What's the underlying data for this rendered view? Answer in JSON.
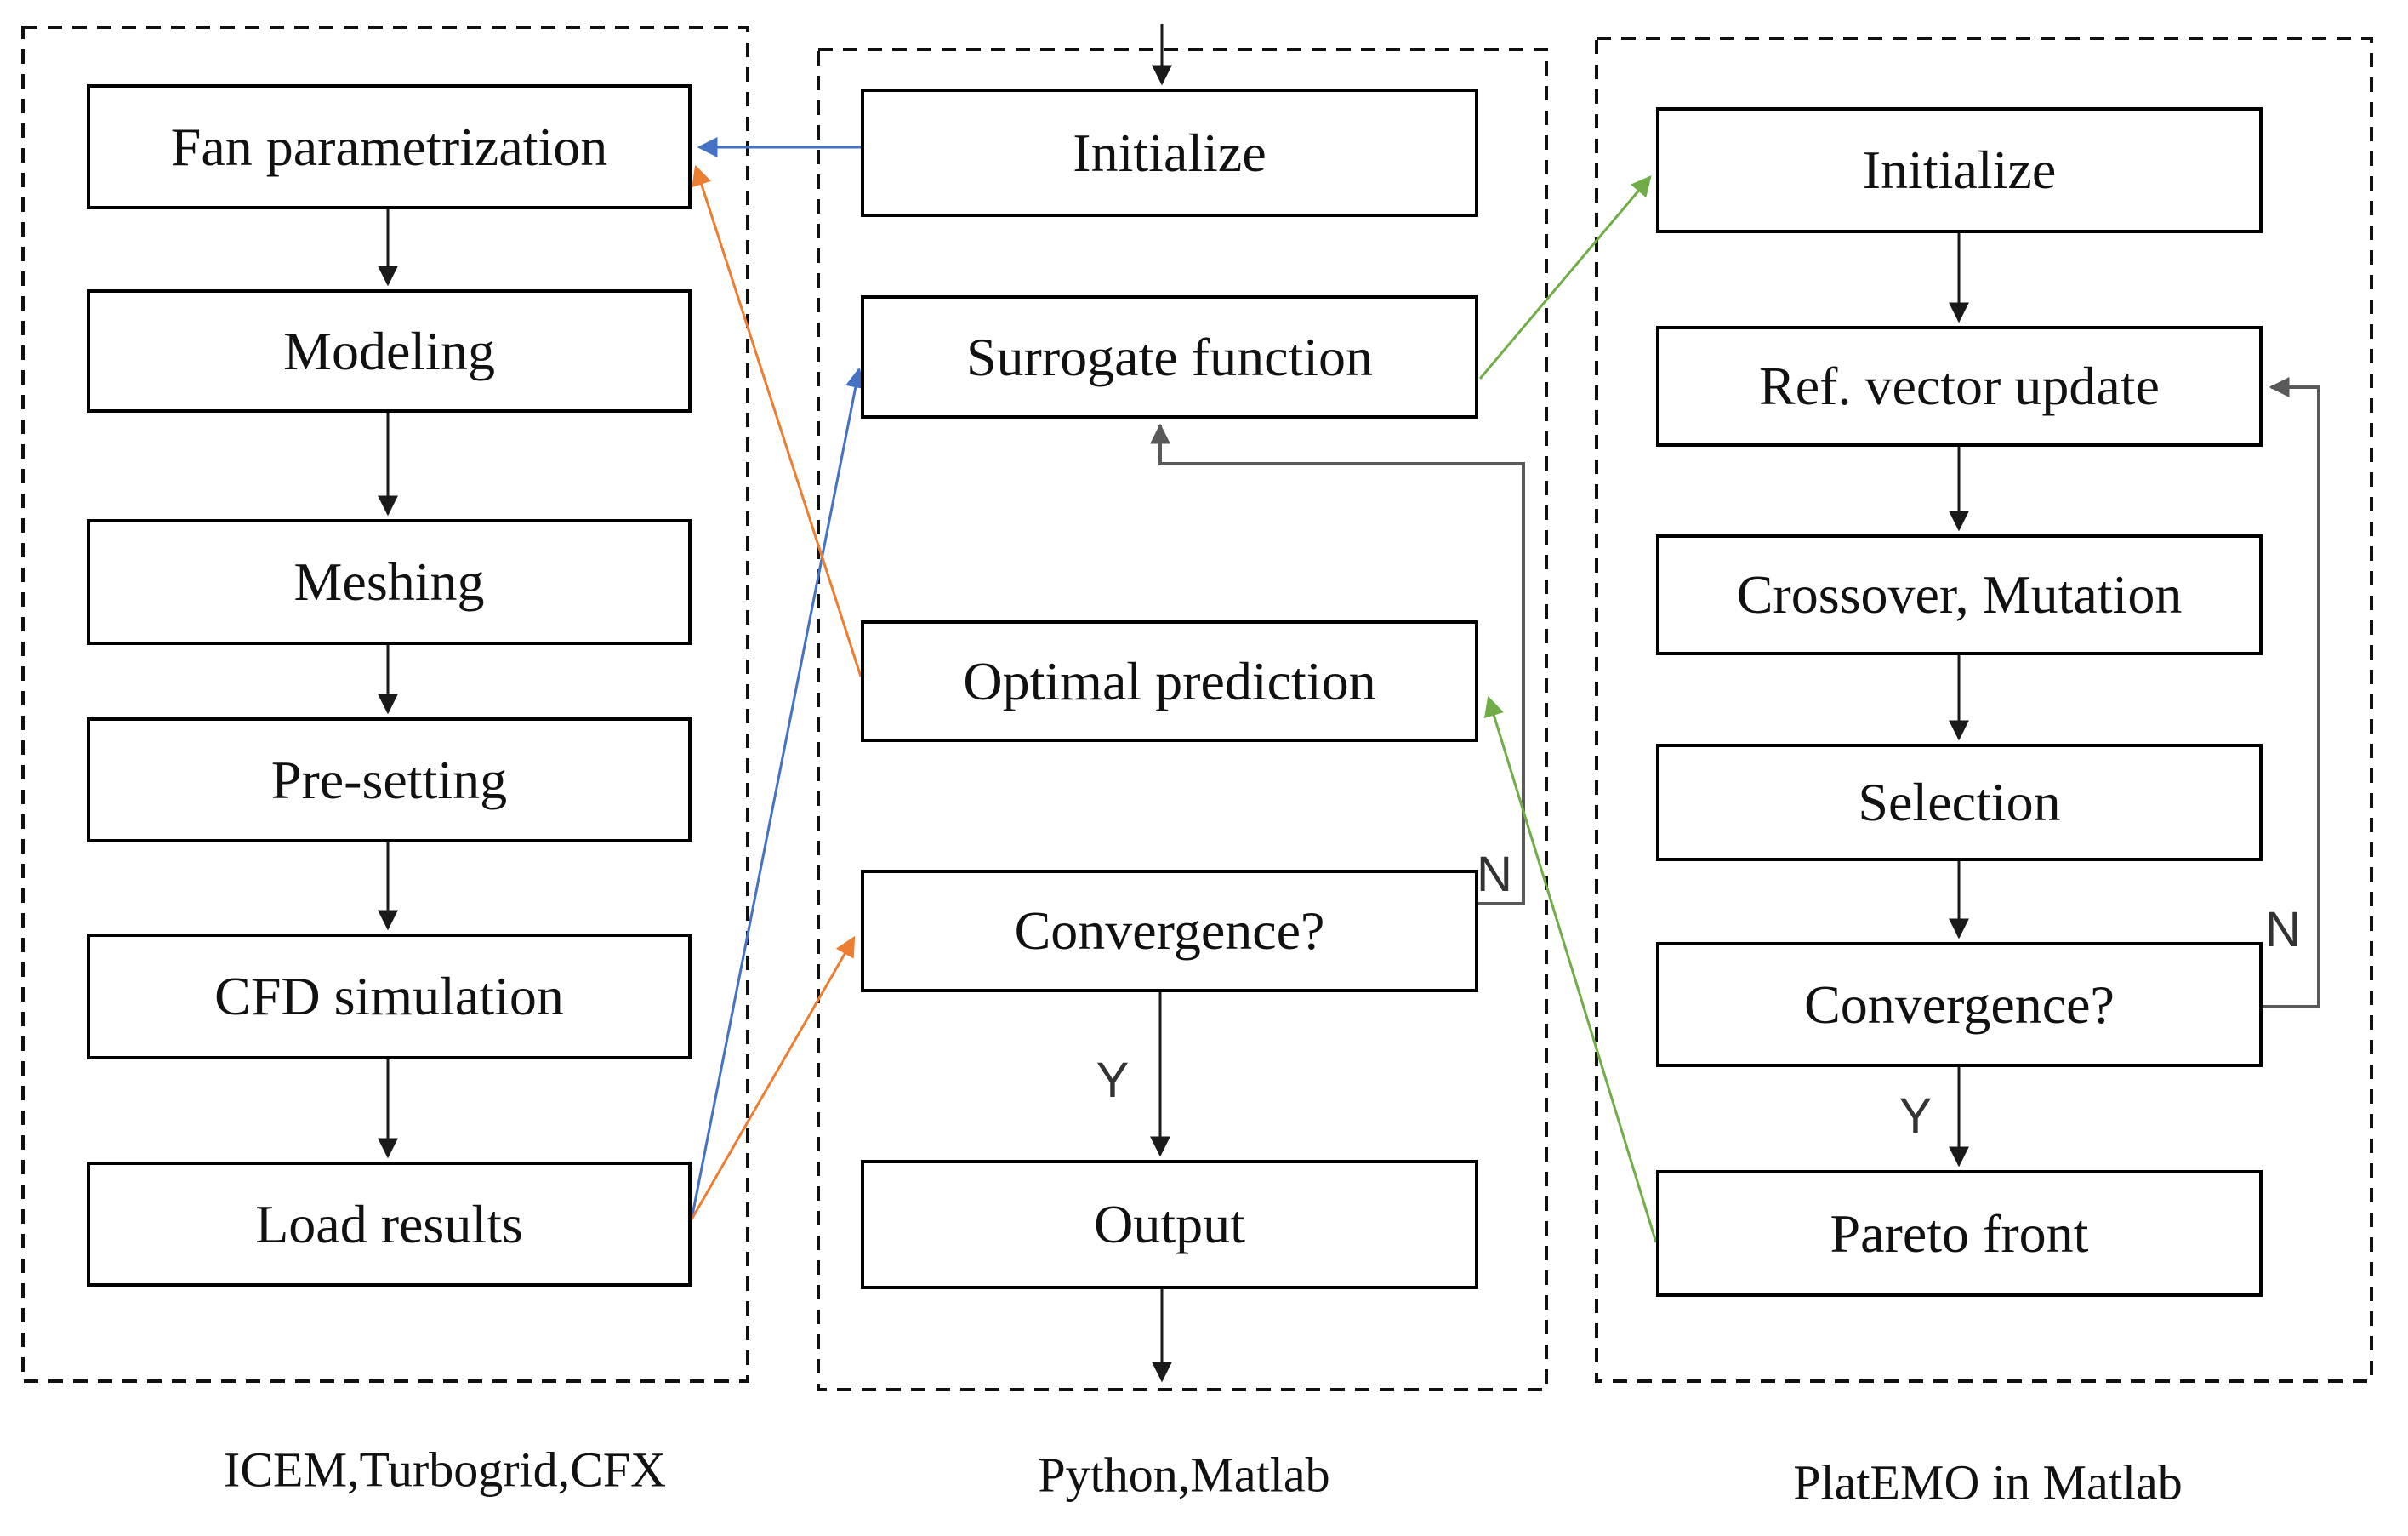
{
  "columns": {
    "left": {
      "tool_label": "ICEM,Turbogrid,CFX",
      "boxes": [
        "Fan parametrization",
        "Modeling",
        "Meshing",
        "Pre-setting",
        "CFD simulation",
        "Load results"
      ]
    },
    "middle": {
      "tool_label": "Python,Matlab",
      "boxes": [
        "Initialize",
        "Surrogate function",
        "Optimal prediction",
        "Convergence?",
        "Output"
      ]
    },
    "right": {
      "tool_label": "PlatEMO in Matlab",
      "boxes": [
        "Initialize",
        "Ref. vector update",
        "Crossover, Mutation",
        "Selection",
        "Convergence?",
        "Pareto front"
      ]
    }
  },
  "branch_labels": {
    "middle_no": "N",
    "middle_yes": "Y",
    "right_no": "N",
    "right_yes": "Y"
  },
  "colors": {
    "box_border": "#000000",
    "dashed_border": "#111111",
    "flow_arrow": "#1a1a1a",
    "loop_gray": "#595959",
    "blue": "#4472C4",
    "orange": "#ED7D31",
    "green": "#70AD47",
    "text": "#111111"
  }
}
